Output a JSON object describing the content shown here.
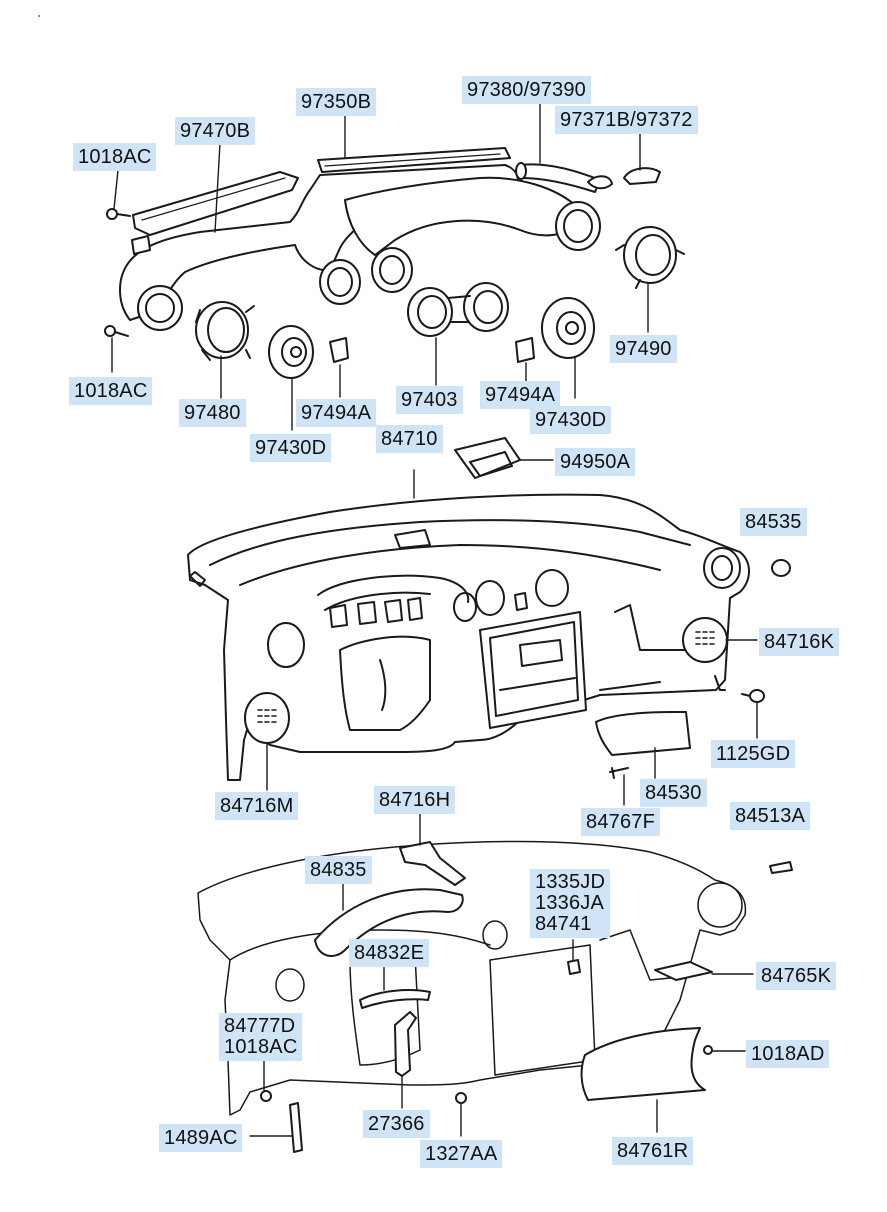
{
  "colors": {
    "label_bg": "#cfe4f6",
    "line": "#1a1a1a",
    "part_fill": "#ffffff"
  },
  "labels": {
    "p97350B": "97350B",
    "p97380_97390": "97380/97390",
    "p97371B_97372": "97371B/97372",
    "p97470B": "97470B",
    "p1018AC_top": "1018AC",
    "p1018AC_left": "1018AC",
    "p97490": "97490",
    "p97480": "97480",
    "p97494A_left": "97494A",
    "p97403": "97403",
    "p97494A_right": "97494A",
    "p97430D_left": "97430D",
    "p97430D_right": "97430D",
    "p84710": "84710",
    "p94950A": "94950A",
    "p84535": "84535",
    "p84716K": "84716K",
    "p1125GD": "1125GD",
    "p84530": "84530",
    "p84716M": "84716M",
    "p84716H": "84716H",
    "p84767F": "84767F",
    "p84513A": "84513A",
    "p84835": "84835",
    "p1335JD": "1335JD",
    "p1336JA": "1336JA",
    "p84741": "84741",
    "p84832E": "84832E",
    "p84765K": "84765K",
    "p84777D": "84777D",
    "p1018AC_bottom": "1018AC",
    "p1018AD": "1018AD",
    "p1489AC": "1489AC",
    "p27366": "27366",
    "p1327AA": "1327AA",
    "p84761R": "84761R"
  }
}
